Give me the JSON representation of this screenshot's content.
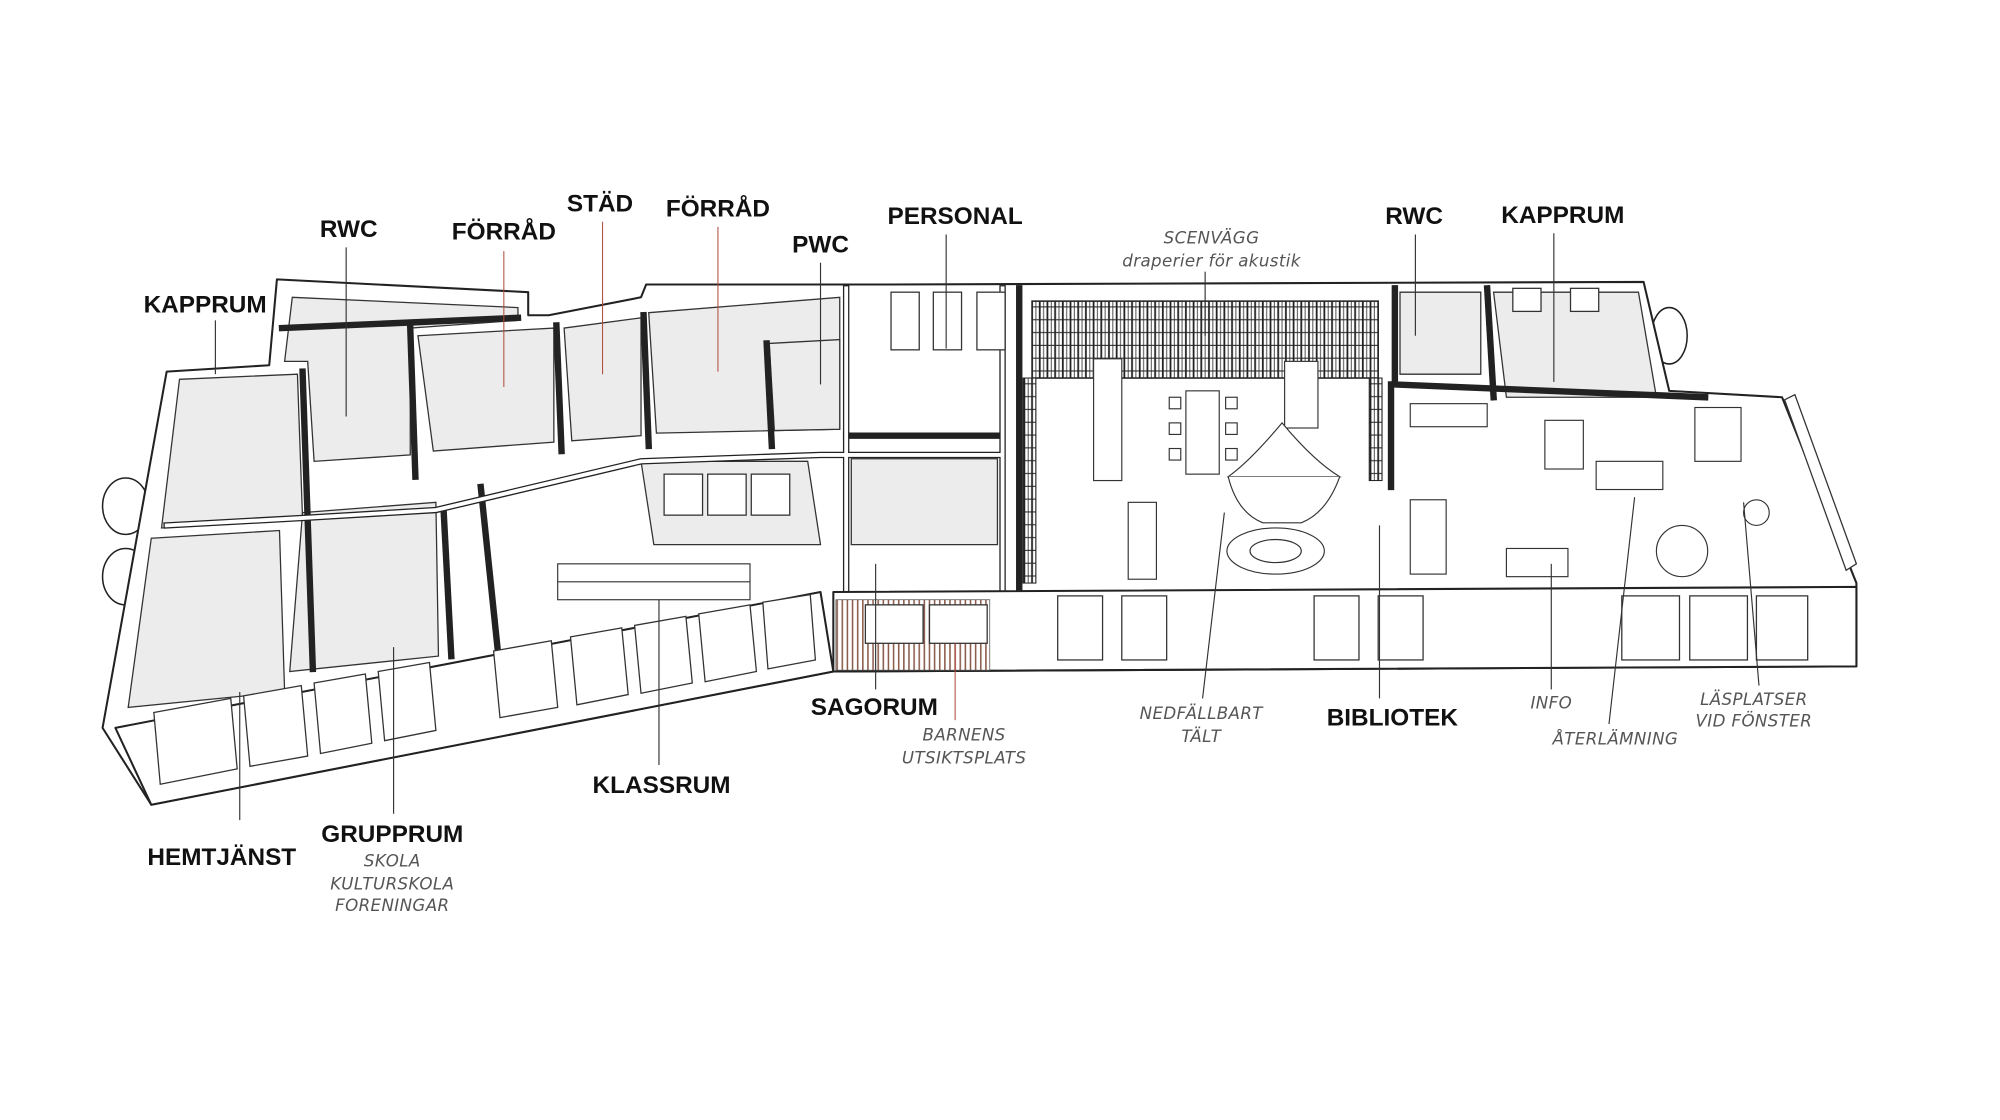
{
  "title": "Planritning – bibliotek och skola",
  "colors": {
    "line": "#222222",
    "leader_accent": "#b04a3a",
    "room_fill": "#ececec",
    "sublabel": "#555555"
  },
  "labels": {
    "kapprum_left": "KAPPRUM",
    "rwc_left": "RWC",
    "forrad_1": "FÖRRÅD",
    "stad": "STÄD",
    "forrad_2": "FÖRRÅD",
    "pwc": "PWC",
    "personal": "PERSONAL",
    "scenvagg": "SCENVÄGG",
    "scenvagg_sub": "draperier för akustik",
    "rwc_right": "RWC",
    "kapprum_right": "KAPPRUM",
    "hemtjanst": "HEMTJÄNST",
    "grupprum": "GRUPPRUM",
    "grupprum_sub": [
      "SKOLA",
      "KULTURSKOLA",
      "FORENINGAR"
    ],
    "klassrum": "KLASSRUM",
    "sagorum": "SAGORUM",
    "barnens": [
      "BARNENS",
      "UTSIKTSPLATS"
    ],
    "nedfallbart": [
      "NEDFÄLLBART",
      "TÄLT"
    ],
    "bibliotek": "BIBLIOTEK",
    "info": "INFO",
    "aterlamning": "ÅTERLÄMNING",
    "lasplatser": [
      "LÄSPLATSER",
      "VID FÖNSTER"
    ]
  }
}
